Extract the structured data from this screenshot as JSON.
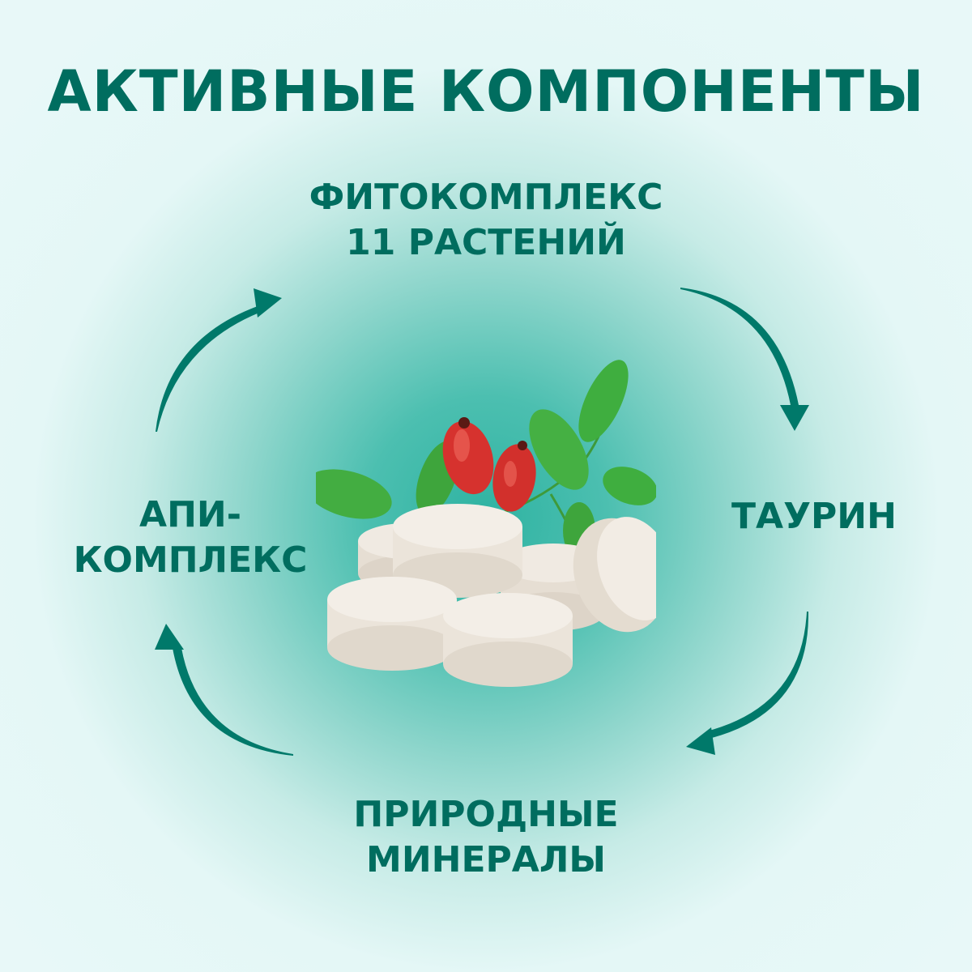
{
  "header": {
    "title": "АКТИВНЫЕ КОМПОНЕНТЫ"
  },
  "components": [
    {
      "position": "top",
      "lines": [
        "ФИТОКОМПЛЕКС",
        "11 РАСТЕНИЙ"
      ]
    },
    {
      "position": "right",
      "lines": [
        "ТАУРИН"
      ]
    },
    {
      "position": "bottom",
      "lines": [
        "ПРИРОДНЫЕ",
        "МИНЕРАЛЫ"
      ]
    },
    {
      "position": "left",
      "lines": [
        "АПИ-",
        "КОМПЛЕКС"
      ]
    }
  ],
  "colors": {
    "accent": "#006d5f",
    "arrow": "#00796a",
    "background_edge": "#e8f8f8",
    "background_center": "#2fb3a2",
    "berry": "#d6322e",
    "leaf": "#3fae3f",
    "tablet": "#ede6dc"
  },
  "icons": [
    "arrow-top-right-icon",
    "arrow-right-down-icon",
    "arrow-bottom-left-icon",
    "arrow-left-up-icon"
  ],
  "image": {
    "subject": "tablets-with-rosehip-berries-and-leaves"
  }
}
